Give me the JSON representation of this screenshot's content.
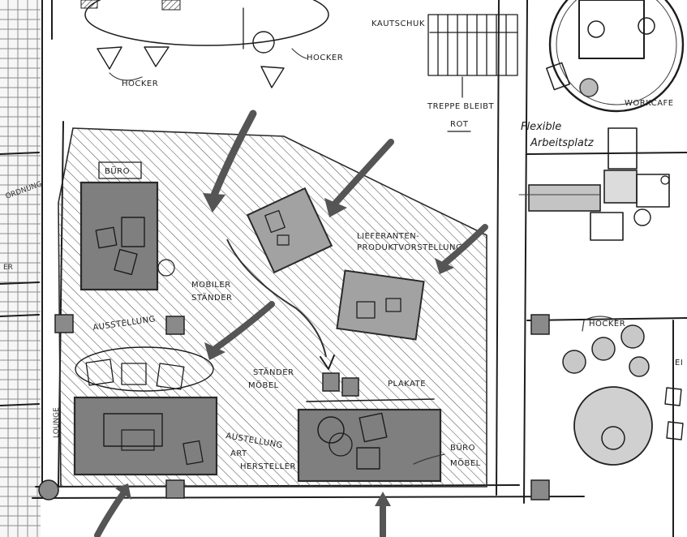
{
  "labels": {
    "buero": "BÜRO",
    "kautschuk": "KAUTSCHUK",
    "hocker_top_left": "HOCKER",
    "hocker_top_mid": "HOCKER",
    "treppe_line1": "TREPPE BLEIBT",
    "treppe_line2": "ROT",
    "workcafe": "WORKCAFE",
    "flexible_line1": "Flexible",
    "flexible_line2": "Arbeitsplatz",
    "lieferanten_line1": "LIEFERANTEN-",
    "lieferanten_line2": "PRODUKTVORSTELLUNG",
    "mobiler_line1": "MOBILER",
    "mobiler_line2": "STÄNDER",
    "ausstellung_top": "AUSSTELLUNG",
    "staender_line1": "STÄNDER",
    "staender_line2": "MÖBEL",
    "plakate": "PLAKATE",
    "ausstellung_line1": "AUSTELLUNG",
    "ausstellung_line2": "ART",
    "ausstellung_line3": "HERSTELLER",
    "buero_moebel_line1": "BÜRO",
    "buero_moebel_line2": "MÖBEL",
    "hocker_right": "HOCKER",
    "lounge": "LOUNGE",
    "left_edge_1": "ORDNUNG",
    "left_edge_2": "ER",
    "right_edge": "EI"
  }
}
